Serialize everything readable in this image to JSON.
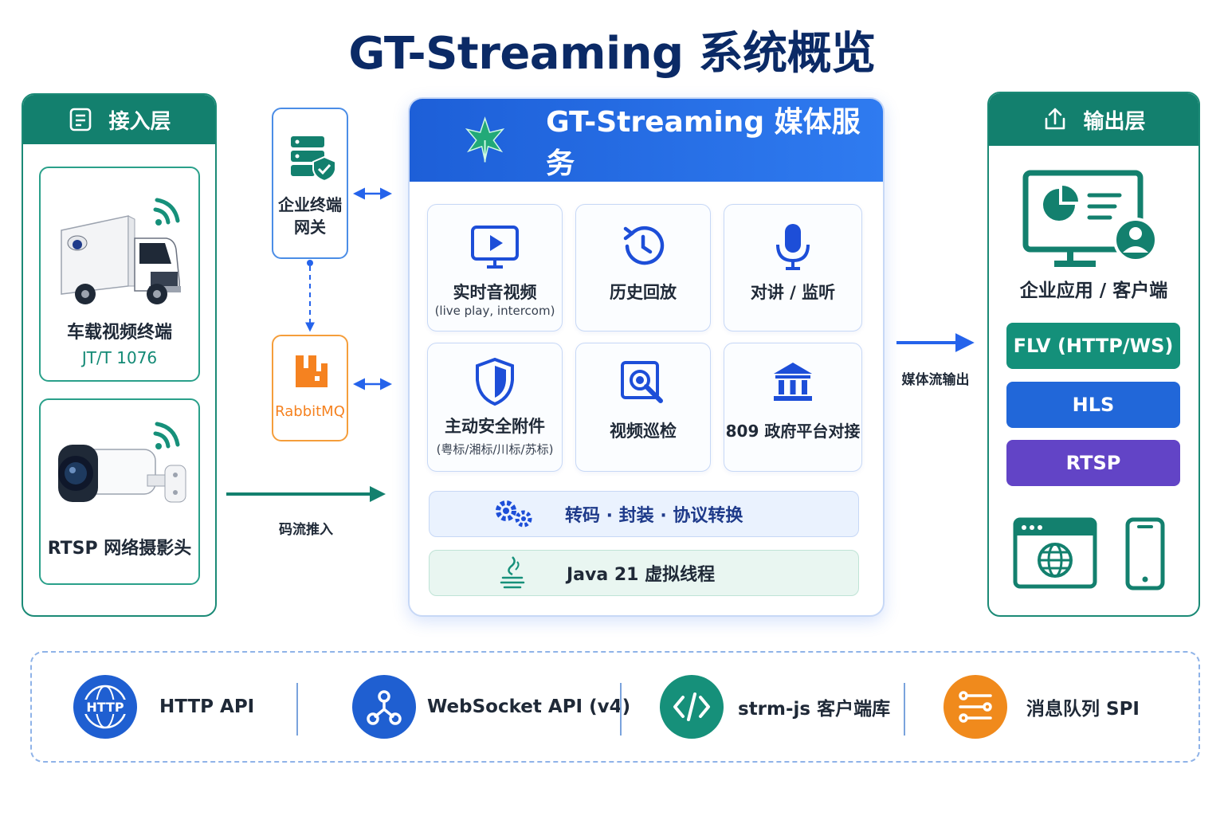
{
  "title": "GT-Streaming 系统概览",
  "access_layer": {
    "header": "接入层",
    "devices": [
      {
        "label": "车载视频终端",
        "sub": "JT/T 1076"
      },
      {
        "label": "RTSP 网络摄影头"
      }
    ]
  },
  "middle_nodes": {
    "gateway_line1": "企业终端",
    "gateway_line2": "网关",
    "mq": "RabbitMQ",
    "push_label": "码流推入"
  },
  "media_service": {
    "title": "GT-Streaming 媒体服务",
    "features": [
      {
        "title": "实时音视频",
        "sub": "(live play, intercom)",
        "icon": "play-monitor-icon"
      },
      {
        "title": "历史回放",
        "icon": "history-icon"
      },
      {
        "title": "对讲 / 监听",
        "icon": "microphone-icon"
      },
      {
        "title": "主动安全附件",
        "sub": "(粤标/湘标/川标/苏标)",
        "icon": "shield-icon"
      },
      {
        "title": "视频巡检",
        "icon": "inspect-icon"
      },
      {
        "title": "809 政府平台对接",
        "icon": "government-icon"
      }
    ],
    "transcode": "转码 · 封装 · 协议转换",
    "runtime": "Java 21 虚拟线程"
  },
  "stream_out_label": "媒体流输出",
  "output_layer": {
    "header": "输出层",
    "client_label": "企业应用 / 客户端",
    "protocols": [
      {
        "label": "FLV (HTTP/WS)",
        "color": "#14907a"
      },
      {
        "label": "HLS",
        "color": "#2167d9"
      },
      {
        "label": "RTSP",
        "color": "#6244c6"
      }
    ]
  },
  "apis": [
    {
      "label": "HTTP API",
      "icon_text": "HTTP",
      "color": "#1f5fd1"
    },
    {
      "label": "WebSocket API (v4)",
      "color": "#1f5fd1"
    },
    {
      "label": "strm-js 客户端库",
      "color": "#16907a"
    },
    {
      "label": "消息队列 SPI",
      "color": "#f08a1c"
    }
  ]
}
